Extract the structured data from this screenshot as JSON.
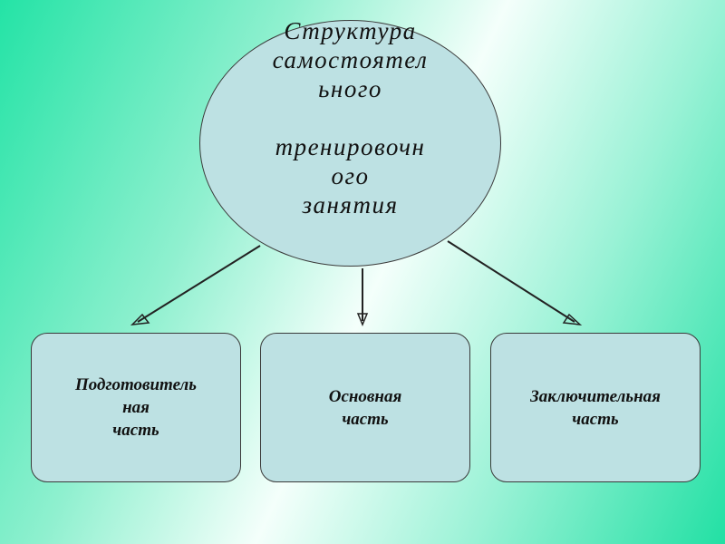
{
  "diagram": {
    "title": "Структура\nсамостоятел\nьного\n\nтренировочн\nого\nзанятия",
    "parts": [
      {
        "label": "Подготовитель\nная\nчасть"
      },
      {
        "label": "Основная\nчасть"
      },
      {
        "label": "Заключительная\nчасть"
      }
    ]
  }
}
